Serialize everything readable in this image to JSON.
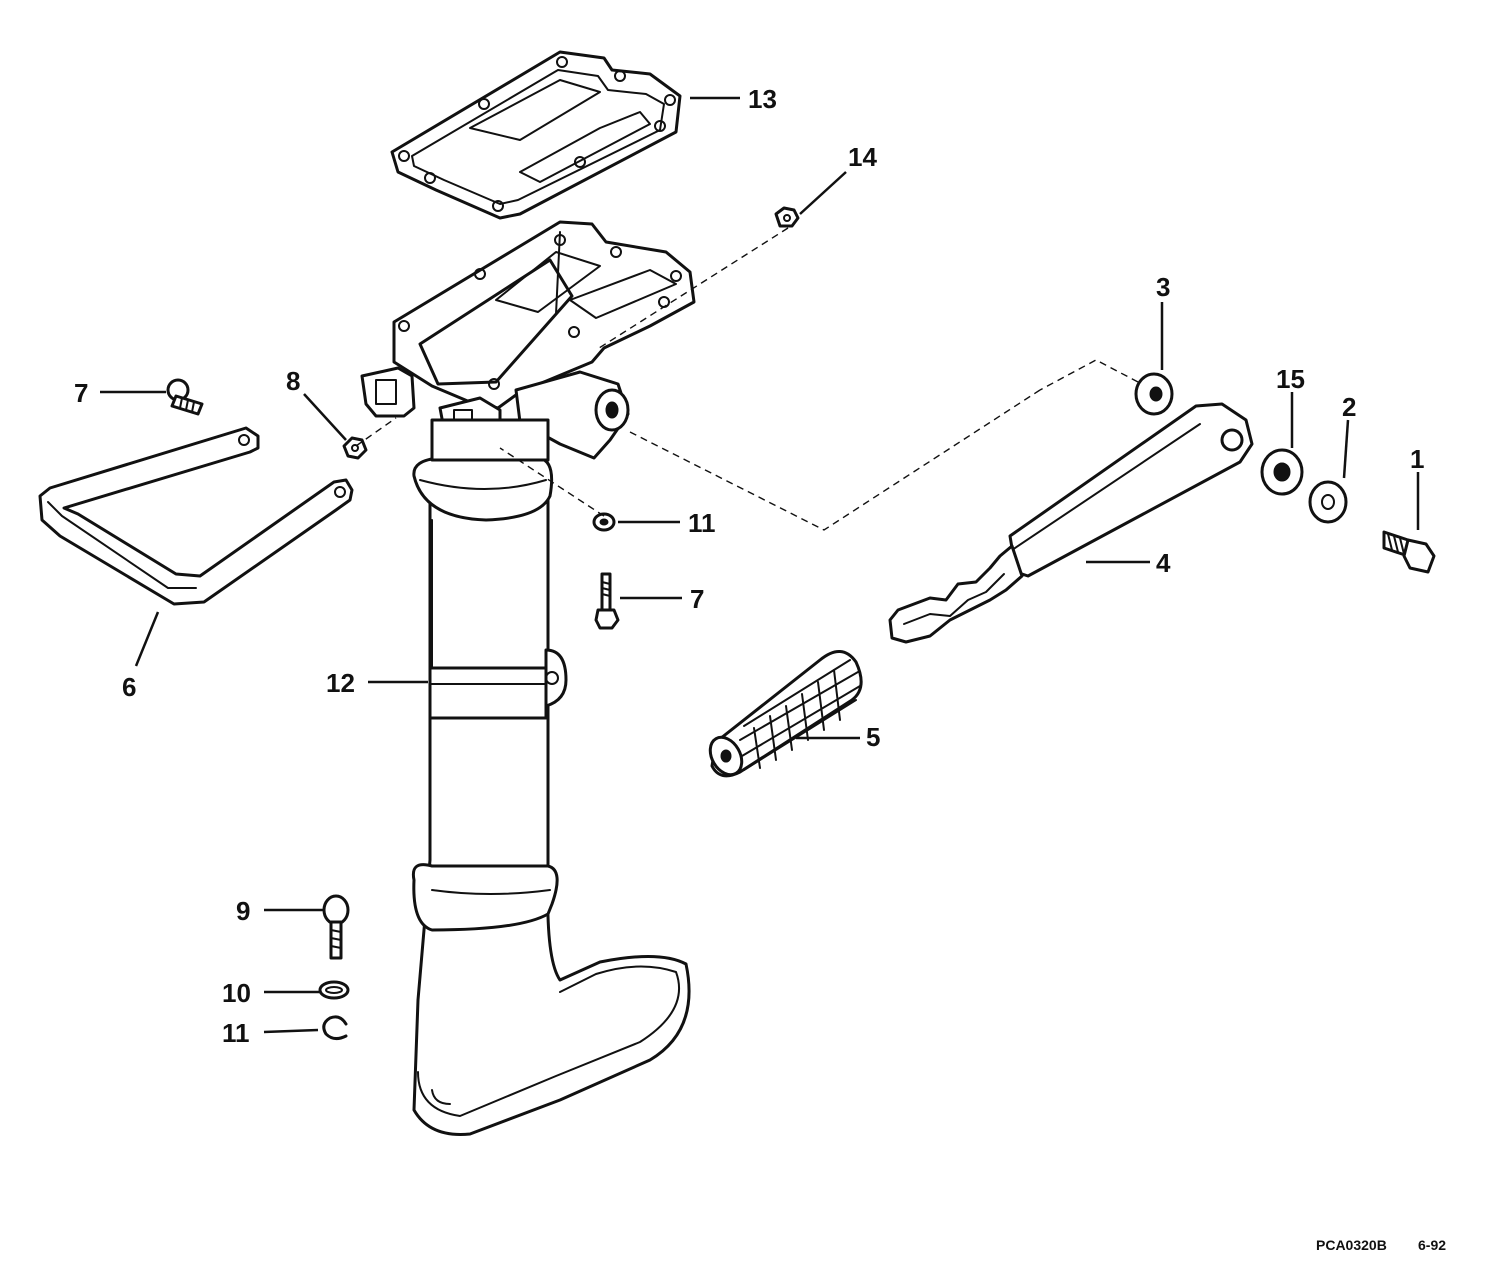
{
  "diagram": {
    "callouts": [
      {
        "id": "c1",
        "label": "1"
      },
      {
        "id": "c2",
        "label": "2"
      },
      {
        "id": "c3",
        "label": "3"
      },
      {
        "id": "c4",
        "label": "4"
      },
      {
        "id": "c5",
        "label": "5"
      },
      {
        "id": "c6",
        "label": "6"
      },
      {
        "id": "c7a",
        "label": "7"
      },
      {
        "id": "c7b",
        "label": "7"
      },
      {
        "id": "c8",
        "label": "8"
      },
      {
        "id": "c9",
        "label": "9"
      },
      {
        "id": "c10",
        "label": "10"
      },
      {
        "id": "c11a",
        "label": "11"
      },
      {
        "id": "c11b",
        "label": "11"
      },
      {
        "id": "c12",
        "label": "12"
      },
      {
        "id": "c13",
        "label": "13"
      },
      {
        "id": "c14",
        "label": "14"
      },
      {
        "id": "c15",
        "label": "15"
      }
    ],
    "footer": {
      "code": "PCA0320B",
      "date": "6-92"
    }
  }
}
